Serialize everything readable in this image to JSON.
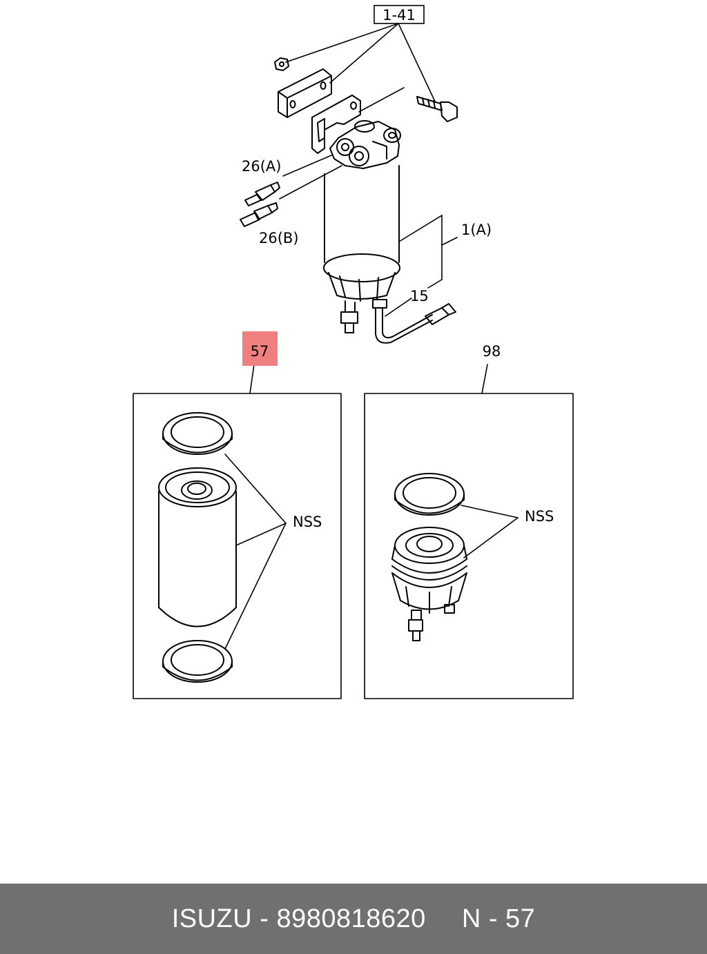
{
  "callouts": {
    "ref_1_41": "1-41",
    "part_26a": "26(A)",
    "part_26b": "26(B)",
    "part_1a": "1(A)",
    "part_15": "15",
    "part_57": "57",
    "part_98": "98",
    "nss_left": "NSS",
    "nss_right": "NSS"
  },
  "highlight": {
    "color": "#f08080",
    "part": "57"
  },
  "footer": {
    "brand_part": "ISUZU - 8980818620",
    "ref": "N - 57",
    "background": "#707070",
    "text_color": "#ffffff"
  }
}
